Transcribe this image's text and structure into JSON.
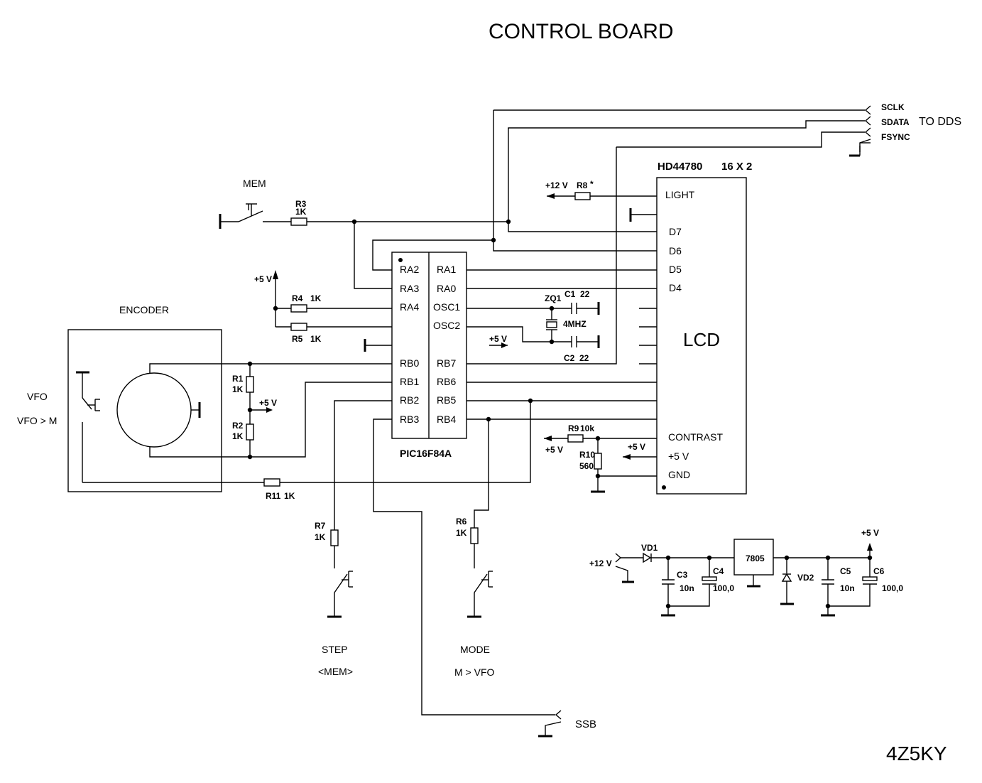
{
  "title": "CONTROL BOARD",
  "author": "4Z5KY",
  "dds": {
    "sclk": "SCLK",
    "sdata": "SDATA",
    "fsync": "FSYNC",
    "to": "TO DDS"
  },
  "lcd": {
    "model": "HD44780",
    "size": "16 X 2",
    "name": "LCD",
    "pins": {
      "light": "LIGHT",
      "d7": "D7",
      "d6": "D6",
      "d5": "D5",
      "d4": "D4",
      "contrast": "CONTRAST",
      "vcc": "+5 V",
      "gnd": "GND"
    }
  },
  "mcu": {
    "name": "PIC16F84A",
    "left_pins": [
      "RA2",
      "RA3",
      "RA4",
      "RB0",
      "RB1",
      "RB2",
      "RB3"
    ],
    "right_pins": [
      "RA1",
      "RA0",
      "OSC1",
      "OSC2",
      "RB7",
      "RB6",
      "RB5",
      "RB4"
    ]
  },
  "encoder": {
    "label": "ENCODER"
  },
  "labels": {
    "mem": "MEM",
    "vfo": "VFO",
    "vfo_m": "VFO > M",
    "step": "STEP",
    "step_sub": "<MEM>",
    "mode": "MODE",
    "mode_sub": "M > VFO",
    "ssb": "SSB"
  },
  "components": {
    "r1": "R1",
    "r1_val": "1K",
    "r2": "R2",
    "r2_val": "1K",
    "r3": "R3",
    "r3_val": "1K",
    "r4": "R4",
    "r4_val": "1K",
    "r5": "R5",
    "r5_val": "1K",
    "r6": "R6",
    "r6_val": "1K",
    "r7": "R7",
    "r7_val": "1K",
    "r8": "R8",
    "r8_mark": "*",
    "r9": "R9",
    "r9_val": "10k",
    "r10": "R10",
    "r10_val": "560",
    "r11": "R11",
    "r11_val": "1K",
    "zq1": "ZQ1",
    "zq1_val": "4MHZ",
    "c1": "C1",
    "c1_val": "22",
    "c2": "C2",
    "c2_val": "22",
    "c3": "C3",
    "c3_val": "10n",
    "c4": "C4",
    "c4_val": "100,0",
    "c5": "C5",
    "c5_val": "10n",
    "c6": "C6",
    "c6_val": "100,0",
    "vd1": "VD1",
    "vd2": "VD2",
    "reg": "7805"
  },
  "supply": {
    "p5v": "+5 V",
    "p12v": "+12 V"
  }
}
